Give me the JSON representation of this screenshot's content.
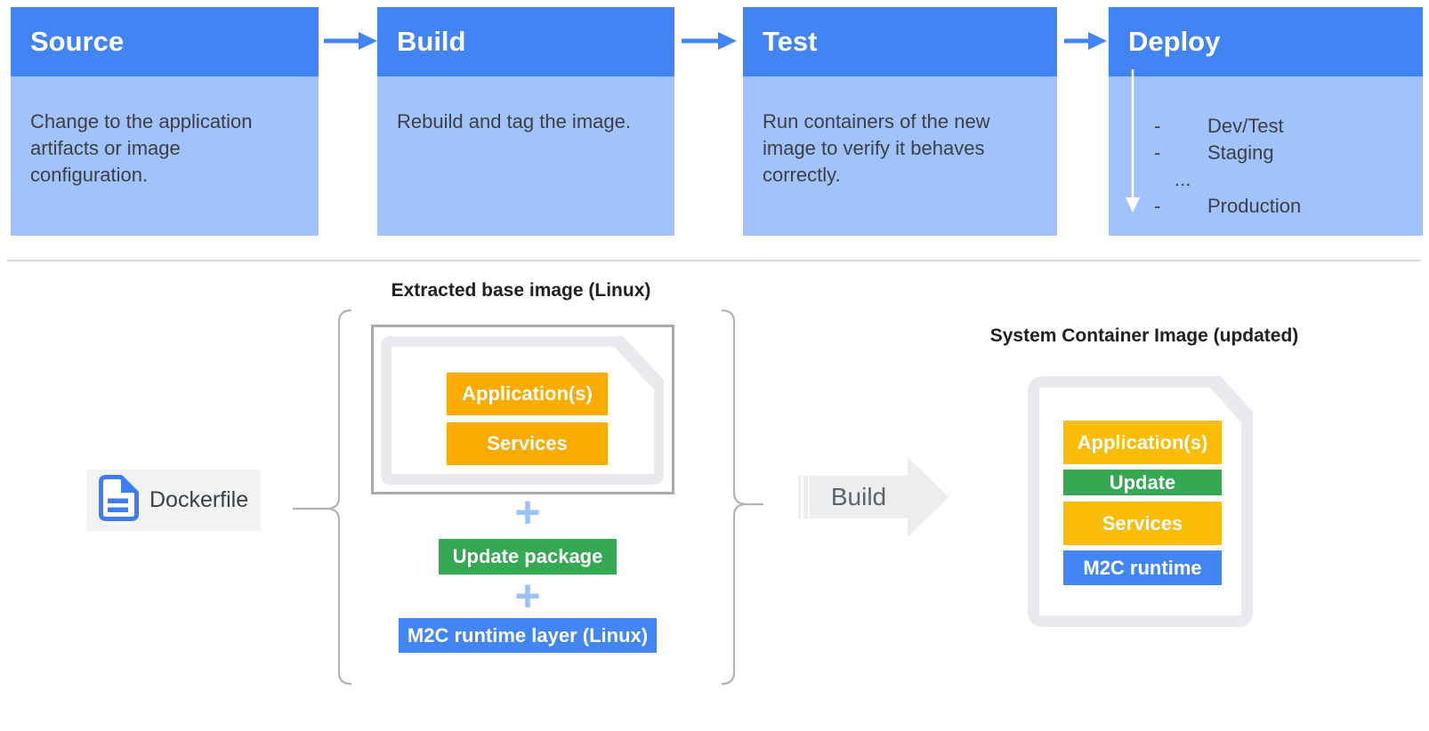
{
  "pipeline": {
    "stages": [
      {
        "title": "Source",
        "description": "Change to the application artifacts or image configuration."
      },
      {
        "title": "Build",
        "description": "Rebuild and tag the image."
      },
      {
        "title": "Test",
        "description": "Run containers of the new image to verify it behaves correctly."
      },
      {
        "title": "Deploy",
        "targets": [
          {
            "bullet": "-",
            "label": "Dev/Test"
          },
          {
            "bullet": "-",
            "label": "Staging"
          },
          {
            "bullet": "",
            "label": "..."
          },
          {
            "bullet": "-",
            "label": "Production"
          }
        ]
      }
    ]
  },
  "build_flow": {
    "dockerfile_label": "Dockerfile",
    "extracted_base_title": "Extracted base image (Linux)",
    "base_image_layers": [
      "Application(s)",
      "Services"
    ],
    "plus_symbol": "+",
    "update_package_label": "Update package",
    "runtime_layer_label": "M2C runtime layer (Linux)",
    "build_arrow_label": "Build",
    "result_title": "System Container Image (updated)",
    "result_layers": [
      "Application(s)",
      "Update",
      "Services",
      "M2C runtime"
    ]
  },
  "colors": {
    "header_blue": "#4284F4",
    "body_light_blue": "#A1C2FA",
    "accent_blue": "#4285F4",
    "amber": "#F9AB00",
    "yellow": "#FBBC04",
    "green": "#34A853",
    "doc_gray": "#E8EAED",
    "text_dark": "#3C4043"
  }
}
